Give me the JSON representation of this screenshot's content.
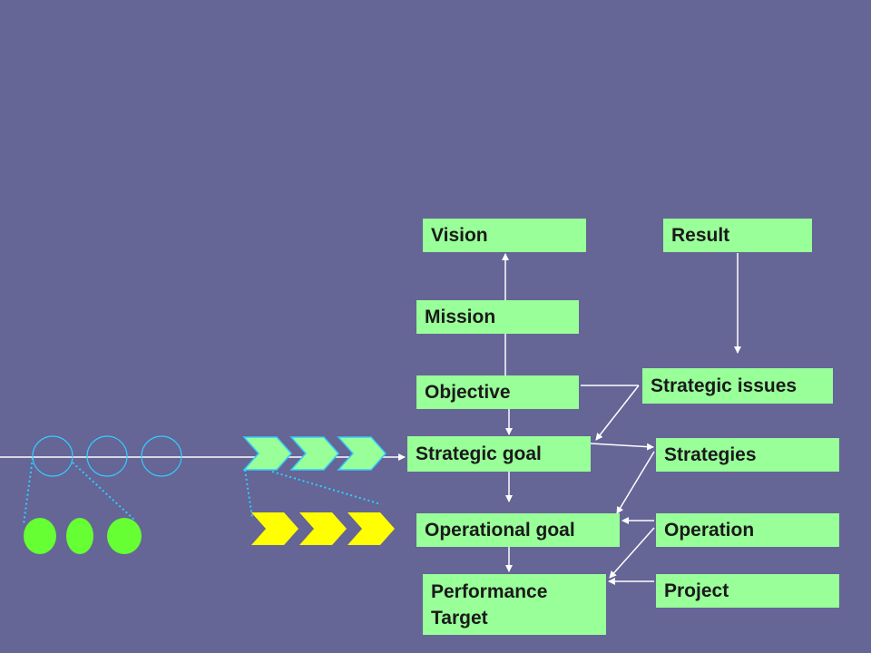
{
  "boxes": {
    "vision": "Vision",
    "result": "Result",
    "mission": "Mission",
    "objective": "Objective",
    "strategic_issues": "Strategic issues",
    "strategic_goal": "Strategic goal",
    "strategies": "Strategies",
    "operational_goal": "Operational goal",
    "operation": "Operation",
    "performance_target_line1": "Performance",
    "performance_target_line2": "Target",
    "project": "Project"
  },
  "colors": {
    "background": "#656596",
    "box_fill": "#99ff99",
    "circle_fill": "#66ff33",
    "chevron_outline_fill": "#99ff99",
    "chevron_outline_stroke": "#33ccff",
    "chevron_yellow_fill": "#ffff00",
    "connector_dotted": "#33ccff",
    "arrow": "#ffffff"
  }
}
